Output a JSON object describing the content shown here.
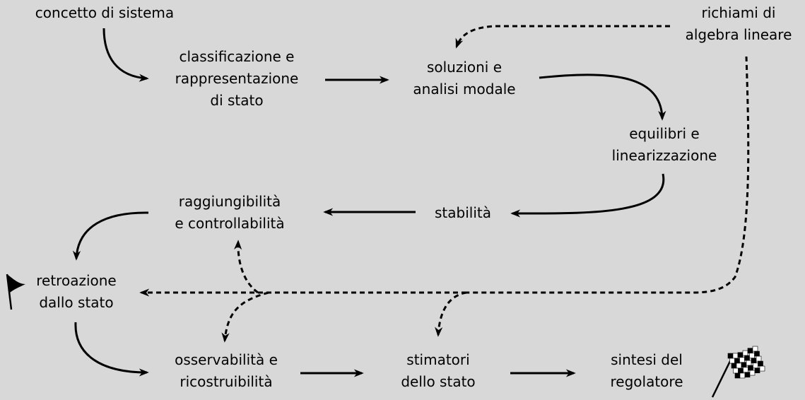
{
  "nodes": {
    "concetto": {
      "lines": [
        "concetto di sistema"
      ]
    },
    "richiami": {
      "lines": [
        "richiami di",
        "algebra lineare"
      ]
    },
    "classificazione": {
      "lines": [
        "classificazione e",
        "rappresentazione",
        "di stato"
      ]
    },
    "soluzioni": {
      "lines": [
        "soluzioni e",
        "analisi modale"
      ]
    },
    "equilibri": {
      "lines": [
        "equilibri e",
        "linearizzazione"
      ]
    },
    "stabilita": {
      "lines": [
        "stabilità"
      ]
    },
    "raggiungibilita": {
      "lines": [
        "raggiungibilità",
        "e controllabilità"
      ]
    },
    "retroazione": {
      "lines": [
        "retroazione",
        "dallo stato"
      ]
    },
    "osservabilita": {
      "lines": [
        "osservabilità e",
        "ricostruibilità"
      ]
    },
    "stimatori": {
      "lines": [
        "stimatori",
        "dello stato"
      ]
    },
    "sintesi": {
      "lines": [
        "sintesi del",
        "regolatore"
      ]
    }
  },
  "icons": {
    "start": "start-flag-icon",
    "finish": "checkered-flag-icon"
  },
  "colors": {
    "background": "#d8d8d8",
    "ink": "#000000"
  }
}
